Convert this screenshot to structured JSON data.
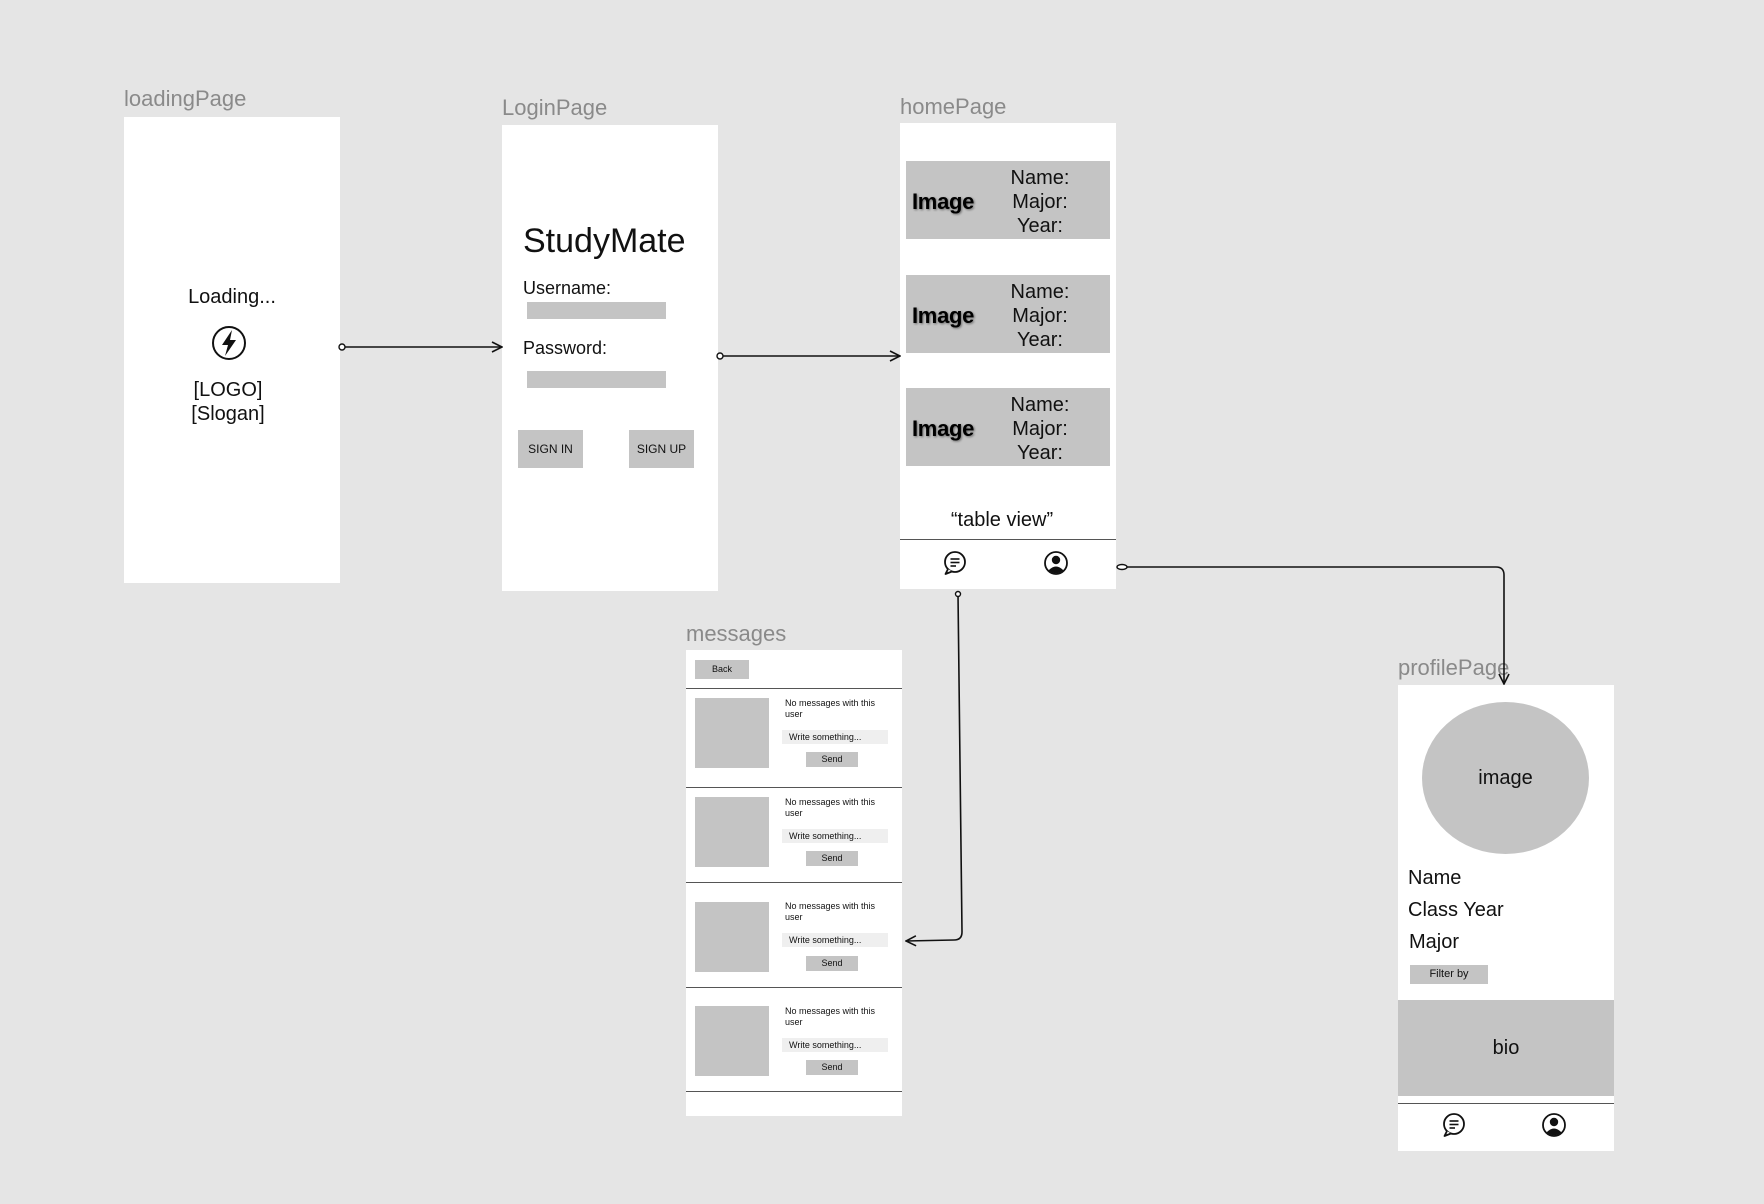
{
  "frames": {
    "loading": {
      "label": "loadingPage",
      "loading_text": "Loading...",
      "logo_text": "[LOGO]",
      "slogan_text": "[Slogan]"
    },
    "login": {
      "label": "LoginPage",
      "app_name": "StudyMate",
      "username_label": "Username:",
      "password_label": "Password:",
      "sign_in_label": "SIGN IN",
      "sign_up_label": "SIGN UP"
    },
    "home": {
      "label": "homePage",
      "cards": [
        {
          "image": "Image",
          "name": "Name:",
          "major": "Major:",
          "year": "Year:"
        },
        {
          "image": "Image",
          "name": "Name:",
          "major": "Major:",
          "year": "Year:"
        },
        {
          "image": "Image",
          "name": "Name:",
          "major": "Major:",
          "year": "Year:"
        }
      ],
      "caption": "“table view”"
    },
    "messages": {
      "label": "messages",
      "back_label": "Back",
      "rows": [
        {
          "note": "No messages with this user",
          "placeholder": "Write something...",
          "send": "Send"
        },
        {
          "note": "No messages with this user",
          "placeholder": "Write something...",
          "send": "Send"
        },
        {
          "note": "No messages with this user",
          "placeholder": "Write something...",
          "send": "Send"
        },
        {
          "note": "No messages with this user",
          "placeholder": "Write something...",
          "send": "Send"
        }
      ]
    },
    "profile": {
      "label": "profilePage",
      "image_text": "image",
      "name_text": "Name",
      "class_year_text": "Class Year",
      "major_text": "Major",
      "filter_label": "Filter by",
      "bio_text": "bio"
    }
  },
  "icons": {
    "loading_logo": "lightning-bolt-icon",
    "nav_messages": "chat-bubble-icon",
    "nav_profile": "user-profile-icon"
  },
  "colors": {
    "canvas": "#e5e5e5",
    "frame": "#ffffff",
    "placeholder_gray": "#c4c4c4",
    "label_gray": "#8a8a8a"
  }
}
